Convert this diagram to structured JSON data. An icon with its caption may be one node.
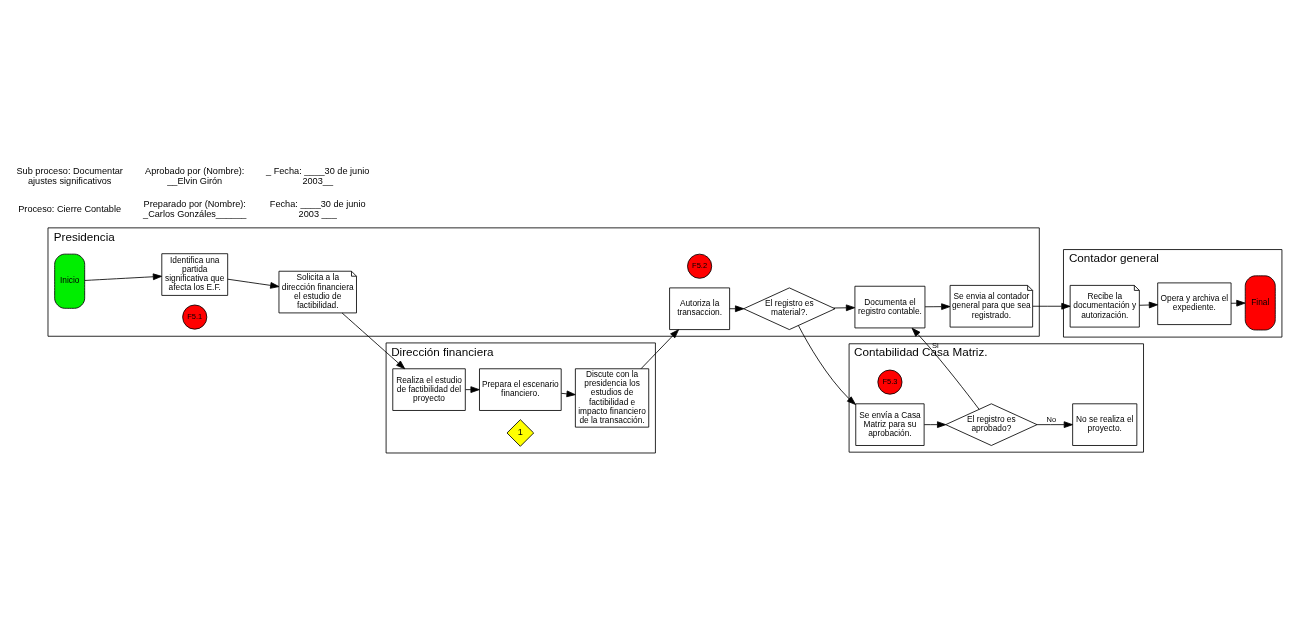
{
  "diagram": {
    "nodes": [
      {
        "text": [
          "Presidencia"
        ]
      },
      {
        "text": [
          "Dirección financiera"
        ]
      },
      {
        "text": [
          "Contador general"
        ]
      },
      {
        "text": [
          "Contabilidad Casa Matriz."
        ]
      },
      {
        "text": [
          "Inicio"
        ],
        "in": 0
      },
      {
        "text": [
          "Identifica una partida significativa que afecta los E.F."
        ],
        "in": 0
      },
      {
        "text": [
          "F5.1"
        ],
        "in": 0
      },
      {
        "text": [
          "Solicita a la dirección financiera el estudio de factibilidad."
        ],
        "in": 0
      },
      {
        "text": [
          "F5.2"
        ],
        "in": 0
      },
      {
        "text": [
          "Autoriza la transaccion."
        ],
        "in": 0
      },
      {
        "text": [
          "El registro es material?."
        ],
        "in": 0
      },
      {
        "text": [
          "Documenta el registro contable."
        ],
        "in": 0
      },
      {
        "text": [
          "Se envia al contador general para que sea registrado."
        ],
        "in": 0
      },
      {
        "text": [
          "Realiza el estudio de factibilidad del proyecto"
        ],
        "in": 1
      },
      {
        "text": [
          "Prepara el escenario financiero."
        ],
        "in": 1
      },
      {
        "text": [
          "1"
        ],
        "in": 1
      },
      {
        "text": [
          "Discute con la presidencia los estudios de factibilidad e impacto financiero de la transacción."
        ],
        "in": 1
      },
      {
        "text": [
          "Recibe la documentación y autorización."
        ],
        "in": 2
      },
      {
        "text": [
          "Opera y archiva el expediente."
        ],
        "in": 2
      },
      {
        "text": [
          "Final"
        ],
        "in": 2
      },
      {
        "text": [
          "F5.3"
        ],
        "in": 3
      },
      {
        "text": [
          "Se envía a Casa Matriz para su aprobación."
        ],
        "in": 3
      },
      {
        "text": [
          "El registro es aprobado?"
        ],
        "in": 3
      },
      {
        "text": [
          "No se realiza el proyecto."
        ],
        "in": 3
      }
    ],
    "edges": [
      {
        "from": 4,
        "to": 5,
        "arrow": "to"
      },
      {
        "from": 5,
        "to": 7,
        "arrow": "to"
      },
      {
        "from": 7,
        "to": 13,
        "arrow": "to"
      },
      {
        "from": 13,
        "to": 14,
        "arrow": "to"
      },
      {
        "from": 14,
        "to": 16,
        "arrow": "to"
      },
      {
        "from": 16,
        "to": 9,
        "arrow": "to"
      },
      {
        "from": 9,
        "to": 10,
        "arrow": "to"
      },
      {
        "from": 10,
        "to": 11,
        "arrow": "to"
      },
      {
        "from": 11,
        "to": 12,
        "arrow": "to"
      },
      {
        "from": 10,
        "to": 21,
        "arrow": "to"
      },
      {
        "from": 12,
        "to": 17,
        "arrow": "to"
      },
      {
        "from": 17,
        "to": 18,
        "arrow": "to"
      },
      {
        "from": 18,
        "to": 19,
        "arrow": "to"
      },
      {
        "from": 21,
        "to": 22,
        "arrow": "to"
      },
      {
        "from": 22,
        "to": 11,
        "label": "Si",
        "arrow": "to"
      },
      {
        "from": 22,
        "to": 23,
        "label": "No",
        "arrow": "to"
      }
    ],
    "labels": [
      "Proceso: Cierre Contable",
      "Preparado por (Nombre): _Carlos Gonzáles______",
      "Fecha: ____30 de junio 2003 ___",
      "Sub proceso: Documentar ajustes significativos",
      "Aprobado por (Nombre): __Elvin Girón",
      "_ Fecha: ____30 de junio 2003__"
    ]
  }
}
